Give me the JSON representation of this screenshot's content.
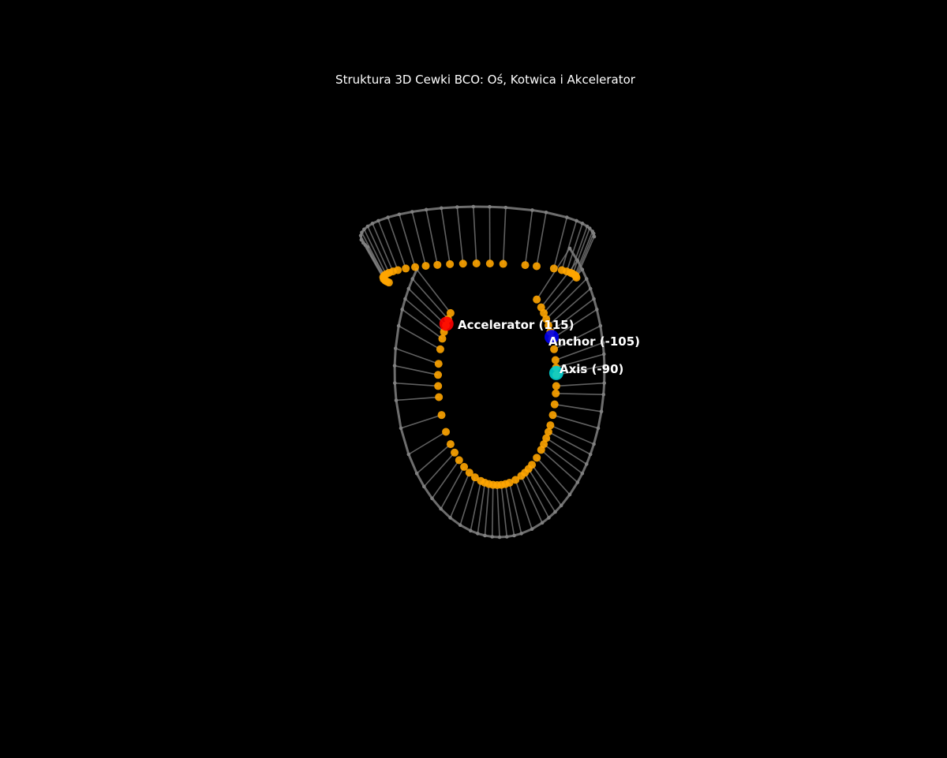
{
  "chart_data": {
    "type": "scatter",
    "projection": "3d",
    "title": "Struktura 3D Cewki BCO: Oś, Kotwica i Akcelerator",
    "colors": {
      "background": "#000000",
      "frame": "#808080",
      "node": "#ffa500",
      "accelerator": "#ff0000",
      "anchor": "#0000ee",
      "axis": "#00d0d0"
    },
    "main_turn_phi_deg": [
      48,
      42,
      38,
      34,
      30,
      26,
      22,
      16,
      10,
      6,
      2,
      -4,
      -8,
      -14,
      -20,
      -26,
      -30,
      -34,
      -38,
      -42,
      -48,
      -54,
      -58,
      -62,
      -66,
      -72,
      -78,
      -82,
      -86,
      -90,
      -94,
      -98,
      -102,
      -106,
      -112,
      -118,
      -124,
      -130,
      -136,
      -142,
      -150,
      -160,
      -170,
      -176,
      -182,
      -188,
      -196,
      -202,
      -206,
      -210,
      -214,
      -218
    ],
    "upper_turn_phi_deg": [
      200,
      196,
      192,
      186,
      178,
      172,
      166,
      160,
      154,
      148,
      140,
      132,
      124,
      116,
      108,
      100,
      92,
      84,
      76,
      62,
      54,
      40,
      32,
      26,
      20,
      16,
      10,
      6,
      0
    ],
    "markers": [
      {
        "name": "Accelerator",
        "value": 115,
        "label": "Accelerator (115)",
        "phi_deg": 149
      },
      {
        "name": "Anchor",
        "value": -105,
        "label": "Anchor (-105)",
        "phi_deg": 23
      },
      {
        "name": "Axis",
        "value": -90,
        "label": "Axis (-90)",
        "phi_deg": 3
      }
    ]
  }
}
